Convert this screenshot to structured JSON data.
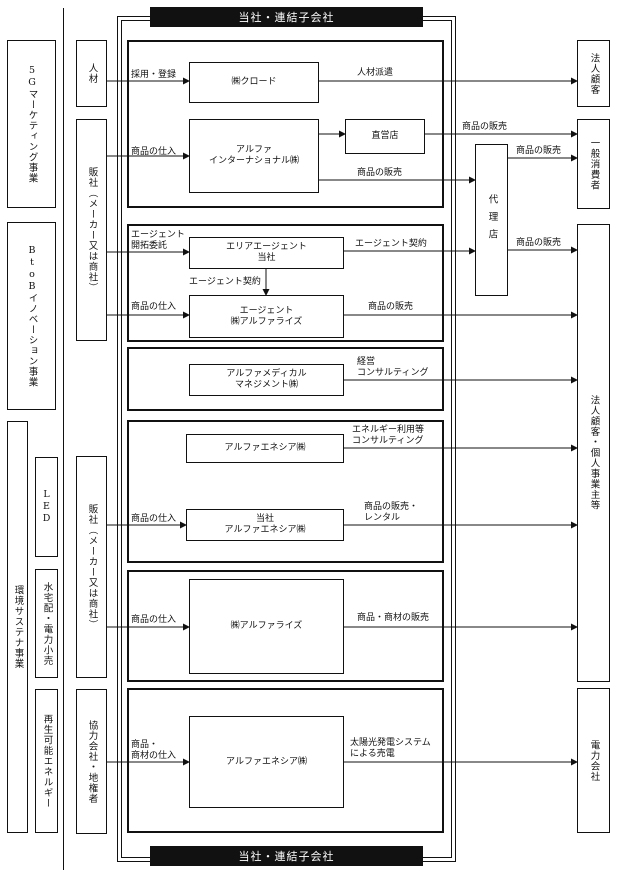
{
  "header": {
    "top_band": "当社・連結子会社",
    "bottom_band": "当社・連結子会社"
  },
  "segments": {
    "g5": "5Gマーケティング事業",
    "btob": "BtoBイノベーション事業",
    "env": "環境サステナ事業",
    "led": "LED",
    "water": "水宅配・電力小売",
    "renew": "再生可能エネルギー"
  },
  "sources": {
    "jinzai": "人材",
    "hansha1": "販社（メーカー又は商社）",
    "hansha2": "販社（メーカー又は商社）",
    "kyoryoku": "協力会社・地権者"
  },
  "entities": {
    "crowd": "㈱クロード",
    "alpha_intl": "アルファ\nインターナショナル㈱",
    "chokueiten": "直営店",
    "dairiten": "代理店",
    "area_agent": "エリアエージェント\n当社",
    "agent": "エージェント\n㈱アルファライズ",
    "medical": "アルファメディカル\nマネジメント㈱",
    "ensia1": "アルファエネシア㈱",
    "ensia_tosha": "当社\nアルファエネシア㈱",
    "alpharise": "㈱アルファライズ",
    "ensia2": "アルファエネシア㈱"
  },
  "customers": {
    "houjin_top": "法人顧客",
    "ippan": "一般消費者",
    "houjin_kojin": "法人顧客・個人事業主等",
    "denryoku": "電力会社"
  },
  "flows": {
    "saiyo": "採用・登録",
    "jinzai_haken": "人材派遣",
    "shiire1": "商品の仕入",
    "hanbai1": "商品の販売",
    "hanbai2": "商品の販売",
    "hanbai3": "商品の販売",
    "hanbai4": "商品の販売",
    "agent_itaku": "エージェント\n開拓委託",
    "agent_keiyaku1": "エージェント契約",
    "agent_keiyaku2": "エージェント契約",
    "shiire2": "商品の仕入",
    "hanbai5": "商品の販売",
    "keiei": "経営\nコンサルティング",
    "energy": "エネルギー利用等\nコンサルティング",
    "shiire3": "商品の仕入",
    "rental": "商品の販売・\nレンタル",
    "shiire4": "商品の仕入",
    "shozai": "商品・商材の販売",
    "shiire5": "商品・\n商材の仕入",
    "taiyoko": "太陽光発電システム\nによる売電"
  }
}
